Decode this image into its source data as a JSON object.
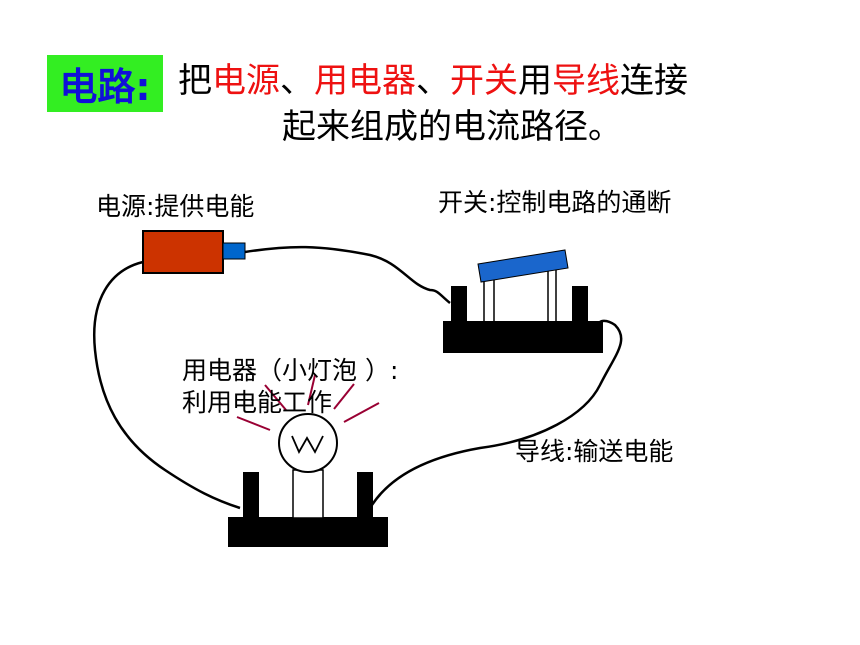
{
  "title": {
    "badge": "电路:",
    "badge_bg": "#33ee22",
    "badge_color": "#1010d8",
    "parts": [
      {
        "text": "把",
        "color": "#000000"
      },
      {
        "text": "电源",
        "color": "#ee1111"
      },
      {
        "text": "、",
        "color": "#000000"
      },
      {
        "text": "用电器",
        "color": "#ee1111"
      },
      {
        "text": "、",
        "color": "#000000"
      },
      {
        "text": "开关",
        "color": "#ee1111"
      },
      {
        "text": "用",
        "color": "#000000"
      },
      {
        "text": "导线",
        "color": "#ee1111"
      },
      {
        "text": "连接",
        "color": "#000000"
      }
    ],
    "line2": "起来组成的电流路径。"
  },
  "labels": {
    "power": "电源:提供电能",
    "switch": "开关:控制电路的通断",
    "load_line1": "用电器（小灯泡 ）:",
    "load_line2": "利用电能工作",
    "wire": "导线:输送电能"
  },
  "colors": {
    "battery_body": "#cc3300",
    "battery_terminal": "#0066cc",
    "switch_lever": "#1a66cc",
    "ray": "#990033",
    "base": "#000000"
  },
  "icons": [
    "battery-icon",
    "switch-icon",
    "bulb-icon"
  ]
}
